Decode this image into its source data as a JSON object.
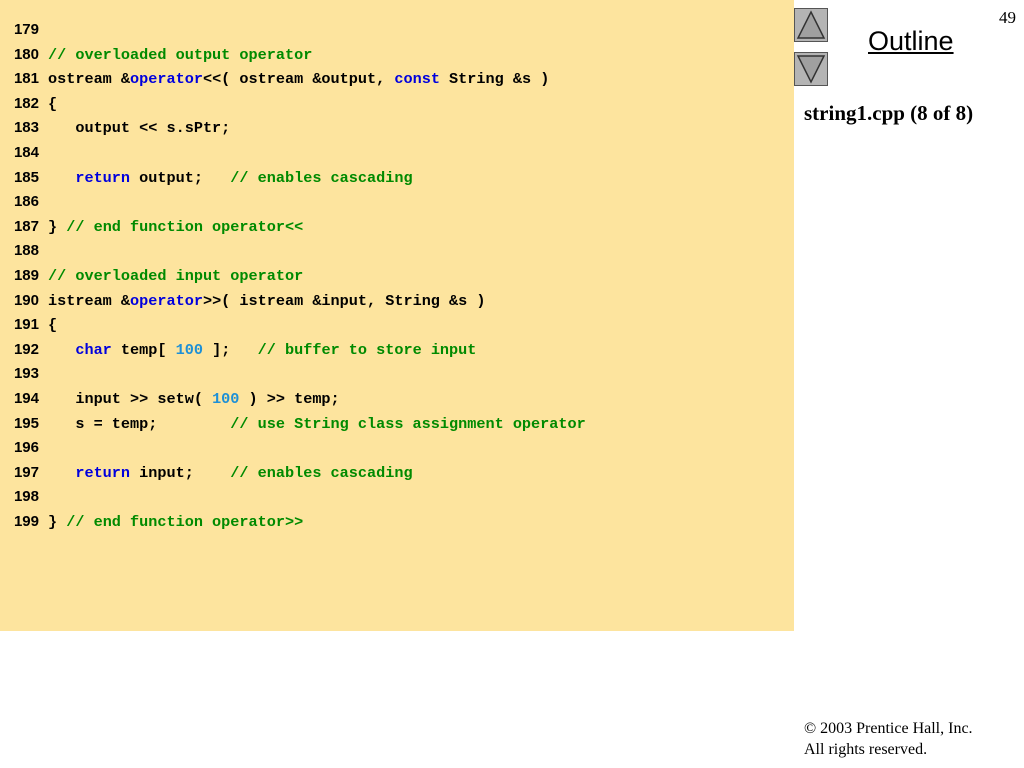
{
  "slide": {
    "number": "49",
    "outline_label": "Outline",
    "caption": "string1.cpp (8 of 8)",
    "copyright_line1": "© 2003 Prentice Hall, Inc.",
    "copyright_line2": "All rights reserved.",
    "colors": {
      "panel_background": "#fde49e",
      "comment": "#008a00",
      "keyword": "#0000dd",
      "number": "#1e90d6",
      "nav_button": "#b4b4b4"
    },
    "nav_icons": [
      "triangle-up-icon",
      "triangle-down-icon"
    ]
  },
  "code": [
    {
      "num": "179",
      "tokens": []
    },
    {
      "num": "180",
      "tokens": [
        {
          "t": "// overloaded output operator",
          "k": "comment"
        }
      ]
    },
    {
      "num": "181",
      "tokens": [
        {
          "t": "ostream &",
          "k": "plain"
        },
        {
          "t": "operator",
          "k": "keyword"
        },
        {
          "t": "<<( ostream &output, ",
          "k": "plain"
        },
        {
          "t": "const",
          "k": "keyword"
        },
        {
          "t": " String &s )",
          "k": "plain"
        }
      ]
    },
    {
      "num": "182",
      "tokens": [
        {
          "t": "{",
          "k": "plain"
        }
      ]
    },
    {
      "num": "183",
      "tokens": [
        {
          "t": "   output << s.sPtr;",
          "k": "plain"
        }
      ]
    },
    {
      "num": "184",
      "tokens": []
    },
    {
      "num": "185",
      "tokens": [
        {
          "t": "   ",
          "k": "plain"
        },
        {
          "t": "return",
          "k": "keyword"
        },
        {
          "t": " output;   ",
          "k": "plain"
        },
        {
          "t": "// enables cascading",
          "k": "comment"
        }
      ]
    },
    {
      "num": "186",
      "tokens": []
    },
    {
      "num": "187",
      "tokens": [
        {
          "t": "} ",
          "k": "plain"
        },
        {
          "t": "// end function operator<<",
          "k": "comment"
        }
      ]
    },
    {
      "num": "188",
      "tokens": []
    },
    {
      "num": "189",
      "tokens": [
        {
          "t": "// overloaded input operator",
          "k": "comment"
        }
      ]
    },
    {
      "num": "190",
      "tokens": [
        {
          "t": "istream &",
          "k": "plain"
        },
        {
          "t": "operator",
          "k": "keyword"
        },
        {
          "t": ">>( istream &input, String &s )",
          "k": "plain"
        }
      ]
    },
    {
      "num": "191",
      "tokens": [
        {
          "t": "{",
          "k": "plain"
        }
      ]
    },
    {
      "num": "192",
      "tokens": [
        {
          "t": "   ",
          "k": "plain"
        },
        {
          "t": "char",
          "k": "keyword"
        },
        {
          "t": " temp[ ",
          "k": "plain"
        },
        {
          "t": "100",
          "k": "number"
        },
        {
          "t": " ];   ",
          "k": "plain"
        },
        {
          "t": "// buffer to store input",
          "k": "comment"
        }
      ]
    },
    {
      "num": "193",
      "tokens": []
    },
    {
      "num": "194",
      "tokens": [
        {
          "t": "   input >> setw( ",
          "k": "plain"
        },
        {
          "t": "100",
          "k": "number"
        },
        {
          "t": " ) >> temp;",
          "k": "plain"
        }
      ]
    },
    {
      "num": "195",
      "tokens": [
        {
          "t": "   s = temp;        ",
          "k": "plain"
        },
        {
          "t": "// use String class assignment operator",
          "k": "comment"
        }
      ]
    },
    {
      "num": "196",
      "tokens": []
    },
    {
      "num": "197",
      "tokens": [
        {
          "t": "   ",
          "k": "plain"
        },
        {
          "t": "return",
          "k": "keyword"
        },
        {
          "t": " input;    ",
          "k": "plain"
        },
        {
          "t": "// enables cascading",
          "k": "comment"
        }
      ]
    },
    {
      "num": "198",
      "tokens": []
    },
    {
      "num": "199",
      "tokens": [
        {
          "t": "} ",
          "k": "plain"
        },
        {
          "t": "// end function operator>>",
          "k": "comment"
        }
      ]
    }
  ]
}
